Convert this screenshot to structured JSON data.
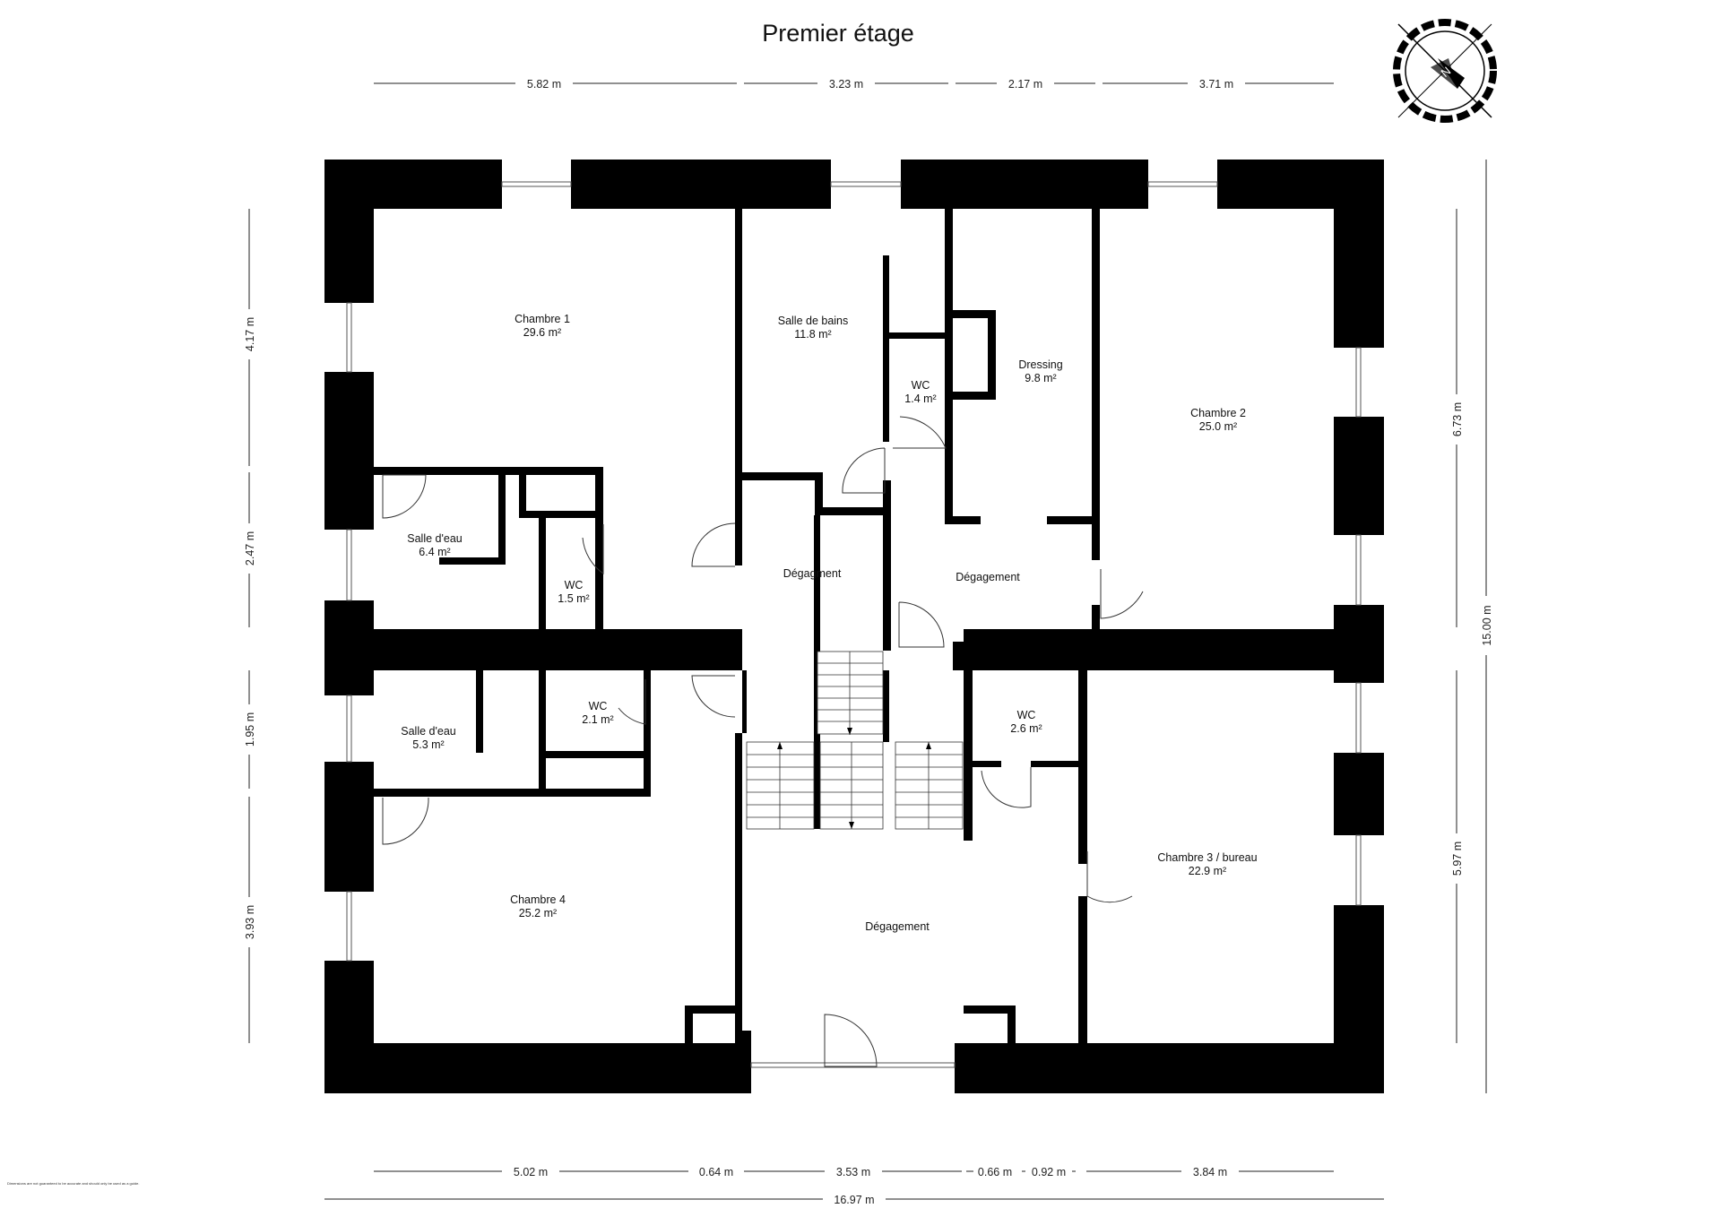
{
  "plan": {
    "title": "Premier étage",
    "disclaimer": "Dimensions are not guaranteed to be accurate and should only be used as a guide.",
    "compass_label": "N"
  },
  "rooms": {
    "chambre1": {
      "name": "Chambre 1",
      "area": "29.6 m²"
    },
    "sdb": {
      "name": "Salle de bains",
      "area": "11.8 m²"
    },
    "wc_top": {
      "name": "WC",
      "area": "1.4 m²"
    },
    "dressing": {
      "name": "Dressing",
      "area": "9.8 m²"
    },
    "chambre2": {
      "name": "Chambre 2",
      "area": "25.0 m²"
    },
    "salle_eau1": {
      "name": "Salle d'eau",
      "area": "6.4 m²"
    },
    "wc_left": {
      "name": "WC",
      "area": "1.5 m²"
    },
    "degagment": {
      "name": "Dégagment"
    },
    "degagement_top": {
      "name": "Dégagement"
    },
    "salle_eau2": {
      "name": "Salle d'eau",
      "area": "5.3 m²"
    },
    "wc_mid": {
      "name": "WC",
      "area": "2.1 m²"
    },
    "wc_right": {
      "name": "WC",
      "area": "2.6 m²"
    },
    "chambre3": {
      "name": "Chambre 3 / bureau",
      "area": "22.9 m²"
    },
    "chambre4": {
      "name": "Chambre 4",
      "area": "25.2 m²"
    },
    "degagement_bottom": {
      "name": "Dégagement"
    }
  },
  "dimensions": {
    "top": [
      "5.82 m",
      "3.23 m",
      "2.17 m",
      "3.71 m"
    ],
    "bottom": [
      "5.02 m",
      "0.64 m",
      "3.53 m",
      "0.66 m",
      "0.92 m",
      "3.84 m"
    ],
    "total_width": "16.97 m",
    "left": [
      "4.17 m",
      "2.47 m",
      "1.95 m",
      "3.93 m"
    ],
    "right": [
      "6.73 m",
      "5.97 m"
    ],
    "total_height": "15.00 m"
  }
}
